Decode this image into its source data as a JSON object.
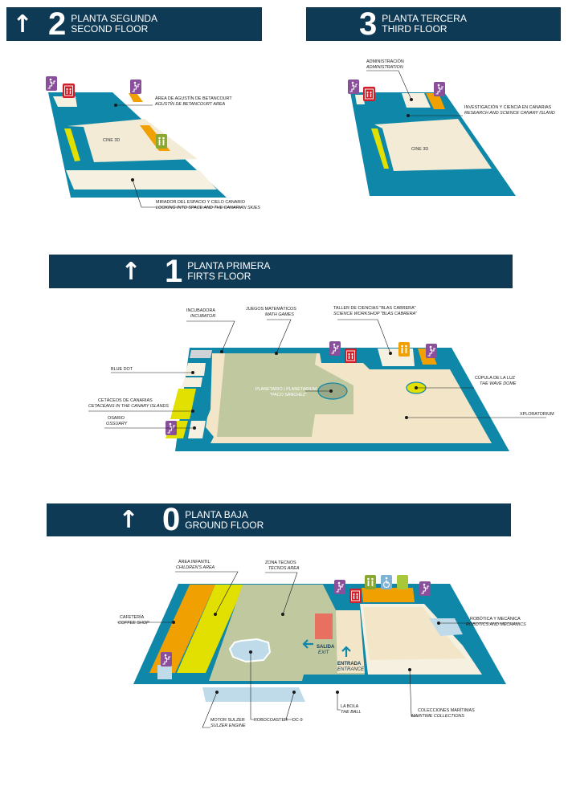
{
  "colors": {
    "banner": "#0f3a55",
    "teal": "#0e87a8",
    "cream": "#f3e6c8",
    "light_cream": "#f6f0e0",
    "sage": "#c0c8a0",
    "yellow": "#e2e000",
    "orange": "#f0a000",
    "purple": "#8a4f9a",
    "red": "#d11f2a",
    "lightblue": "#bfdbea",
    "salmon": "#e87060",
    "green": "#8aa830"
  },
  "floors": {
    "second": {
      "arrow": "↑",
      "number": "2",
      "name_es": "PLANTA SEGUNDA",
      "name_en": "SECOND FLOOR",
      "betancourt_es": "ÁREA DE AGUSTÍN DE BETANCOURT",
      "betancourt_en": "AGUSTÍN DE BETANCOURT AREA",
      "cine": "CINE 3D",
      "mirador_es": "MIRADOR DEL ESPACIO Y CIELO CANARIO",
      "mirador_en": "LOOKING INTO SPACE AND THE CANARIAN SKIES"
    },
    "third": {
      "arrow": "",
      "number": "3",
      "name_es": "PLANTA TERCERA",
      "name_en": "THIRD FLOOR",
      "admin_es": "ADMINISTRACIÓN",
      "admin_en": "ADMINISTRATION",
      "research_es": "INVESTIGACIÓN Y CIENCIA EN CANARIAS",
      "research_en": "RESEARCH AND SCIENCE CANARY ISLAND",
      "cine": "CINE 3D"
    },
    "first": {
      "arrow": "↑",
      "number": "1",
      "name_es": "PLANTA PRIMERA",
      "name_en": "FIRTS FLOOR",
      "incubadora_es": "INCUBADORA",
      "incubadora_en": "INCUBATOR",
      "juegos_es": "JUEGOS MATEMÁTICOS",
      "juegos_en": "MATH GAMES",
      "taller_es": "TALLER DE CIENCIAS \"BLAS CABRERA\"",
      "taller_en": "SCIENCE WORKSHOP \"BLAS CABRERA\"",
      "bluedot": "BLUE DOT",
      "cupula_es": "CÚPULA DE LA LUZ",
      "cupula_en": "THE WAVE DOME",
      "cetaceos_es": "CETÁCEOS DE CANARIAS",
      "cetaceos_en": "CETACEANS IN THE CANARY ISLANDS",
      "osario_es": "OSARIO",
      "osario_en": "OSSUARY",
      "planetario_1": "PLANETARIO | PLANETARIUM",
      "planetario_2": "\"PACO SÁNCHEZ\"",
      "xploratorium": "XPLORATORIUM"
    },
    "ground": {
      "arrow": "↑",
      "number": "0",
      "name_es": "PLANTA BAJA",
      "name_en": "GROUND FLOOR",
      "infantil_es": "ÁREA INFANTIL",
      "infantil_en": "CHILDREN'S AREA",
      "tecnos_es": "ZONA TECNOS",
      "tecnos_en": "TECNOS AREA",
      "cafeteria_es": "CAFETERÍA",
      "cafeteria_en": "COFFEE SHOP",
      "robotica_es": "ROBÓTICA Y MECÁNICA",
      "robotica_en": "ROBOTICS AND MECHANICS",
      "salida_es": "SALIDA",
      "salida_en": "EXIT",
      "entrada_es": "ENTRADA",
      "entrada_en": "ENTRANCE",
      "motor_es": "MOTOR SULZER",
      "motor_en": "SULZER ENGINE",
      "robocoaster": "ROBOCOASTER",
      "dc9": "DC-9",
      "bola_es": "LA BOLA",
      "bola_en": "THE BALL",
      "colecciones_es": "COLECCIONES MARÍTIMAS",
      "colecciones_en": "MARITIME COLLECTIONS"
    }
  },
  "icons": [
    "stairs-icon",
    "elevator-icon",
    "restroom-icon",
    "wheelchair-icon",
    "exit-arrow-icon",
    "entrance-arrow-icon"
  ]
}
